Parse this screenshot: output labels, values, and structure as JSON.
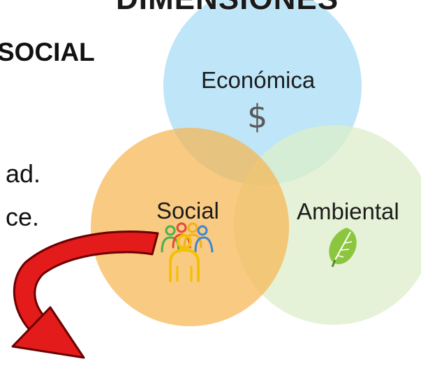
{
  "header": {
    "title": "DIMENSIONES"
  },
  "left_text": {
    "heading": "SOCIAL",
    "line_1": "ad.",
    "line_2": "ce."
  },
  "venn": {
    "circles": [
      {
        "label": "Económica",
        "color": "#a8dcf5",
        "icon": "dollar-icon",
        "icon_glyph": "$"
      },
      {
        "label": "Social",
        "color": "#f7b552",
        "icon": "people-group-icon"
      },
      {
        "label": "Ambiental",
        "color": "#dceec9",
        "icon": "leaf-icon"
      }
    ]
  },
  "arrow": {
    "color": "#e31b1b",
    "icon": "curved-arrow-icon"
  }
}
